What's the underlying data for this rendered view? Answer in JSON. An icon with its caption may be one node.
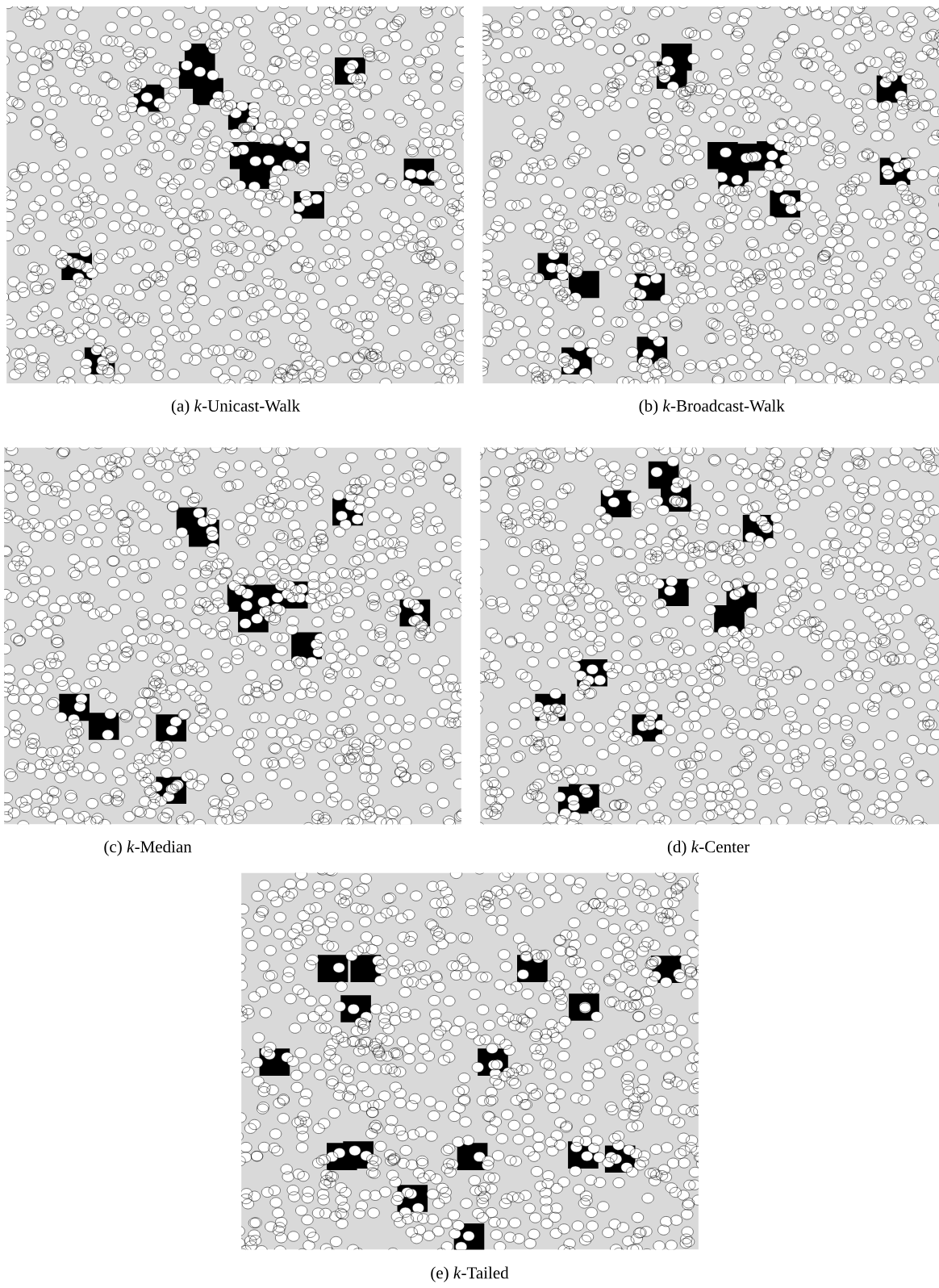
{
  "diagram": {
    "labels": [
      "(a) *k*-Unicast-Walk",
      "(b) *k*-Broadcast-Walk",
      "(c) *k*-Median",
      "(d) *k*-Center",
      "(e) *k*-Tailed"
    ]
  }
}
